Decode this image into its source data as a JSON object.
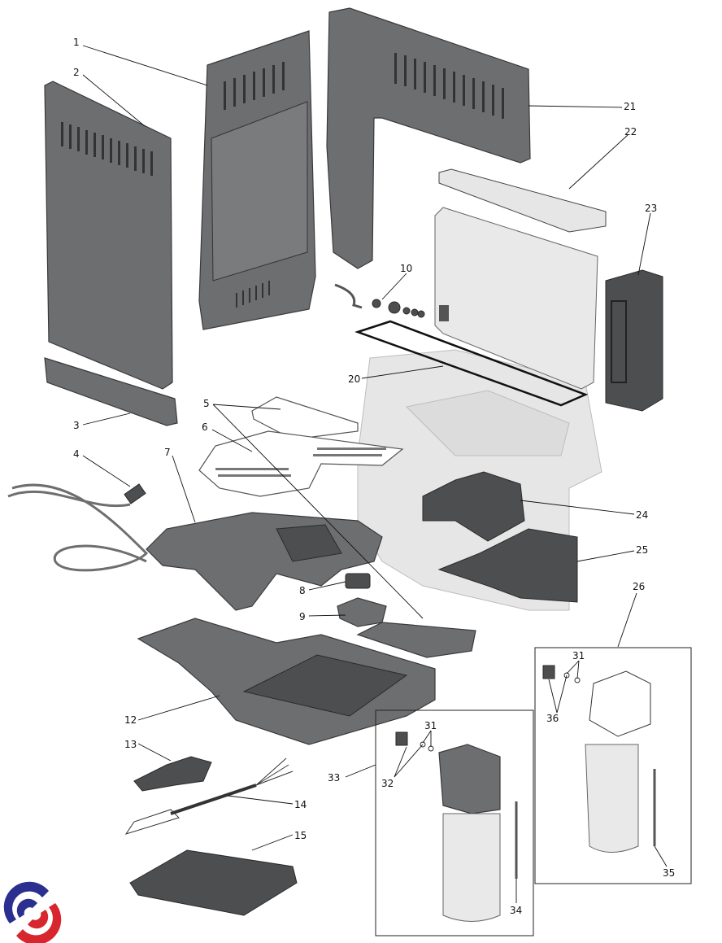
{
  "diagram": {
    "type": "exploded-parts-diagram",
    "part_labels": [
      "1",
      "2",
      "3",
      "4",
      "5",
      "6",
      "7",
      "8",
      "9",
      "10",
      "12",
      "13",
      "14",
      "15",
      "20",
      "21",
      "22",
      "23",
      "24",
      "25",
      "26",
      "31",
      "32",
      "33",
      "34",
      "35",
      "36"
    ],
    "inset_labels": {
      "left_31": "31",
      "right_31": "31"
    },
    "colors": {
      "part_grey": "#6d6e70",
      "frame_light": "#e6e6e6",
      "logo_blue": "#2b2f8f",
      "logo_red": "#d7262e"
    }
  }
}
